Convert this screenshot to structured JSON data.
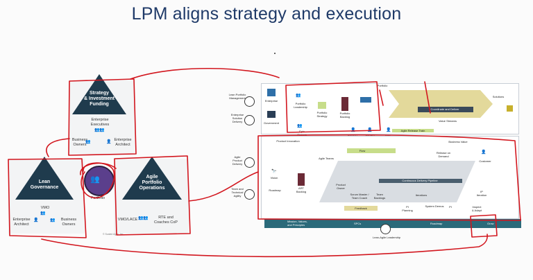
{
  "title": "LPM aligns strategy and execution",
  "left": {
    "triangles": [
      {
        "label": "Strategy\n& Investment\nFunding",
        "color": "#1f3b4d"
      },
      {
        "label": "Lean\nGovernance",
        "color": "#1f3b4d"
      },
      {
        "label": "Agile\nPortfolio\nOperations",
        "color": "#1f3b4d"
      }
    ],
    "sif_roles": {
      "executives": "Enterprise\nExecutives",
      "owners": "Business\nOwners",
      "architect": "Enterprise\nArchitect"
    },
    "gov_roles": {
      "vmo": "VMO",
      "architect": "Enterprise\nArchitect",
      "owners": "Business\nOwners"
    },
    "apo_roles": {
      "vmo": "VMO/LACE",
      "rte": "RTE and\nCoaches CoP"
    },
    "hub_label": "Portfolio",
    "copyright": "© Scaled Agile, Inc."
  },
  "right": {
    "side_labels": [
      "Lean Portfolio\nManagement",
      "Enterprise\nSolution\nDelivery",
      "Agile\nProduct\nDelivery",
      "Team and\nTechnical\nAgility"
    ],
    "portfolio_tab": "Portfolio",
    "enterprise": "Enterprise",
    "government": "Government",
    "portfolio_leadership": "Portfolio\nLeadership",
    "portfolio_strategy": "Portfolio\nStrategy",
    "portfolio_backlog": "Portfolio\nBacklog",
    "epic_owners": "Epic\nOwners",
    "coordinate": "Coordinate and Deliver",
    "value_streams": "Value Streams",
    "solutions": "Solutions",
    "product_mgmt": "Product\nManagement",
    "system_architect": "System\nArchitect",
    "rte": "RTE",
    "art": "Agile Release Train",
    "product_innovation": "Product Innovation",
    "business_value": "Business Value",
    "flow": "Flow",
    "release_on_demand": "Release on\nDemand",
    "customer": "Customer",
    "agile_teams": "Agile Teams",
    "vision": "Vision",
    "roadmap": "Roadmap",
    "art_backlog": "ART\nBacklog",
    "product_owner": "Product\nOwner",
    "scrum_master": "Scrum Master /\nTeam Coach",
    "team_backlogs": "Team\nBacklogs",
    "cdp": "Continuous Delivery Pipeline",
    "pi_planning": "PI\nPlanning",
    "iterations": "Iterations",
    "system_demos": "System Demos",
    "ip_iteration": "IP\nIteration",
    "inspect_adapt": "Inspect\n& Adapt",
    "feedback": "Feedback",
    "banner_items": [
      "Mission, Values,\nand Principles",
      "SPCs",
      "Roadmap",
      "Grow"
    ],
    "lal": "Lean-Agile Leadership",
    "pi": "PI"
  }
}
